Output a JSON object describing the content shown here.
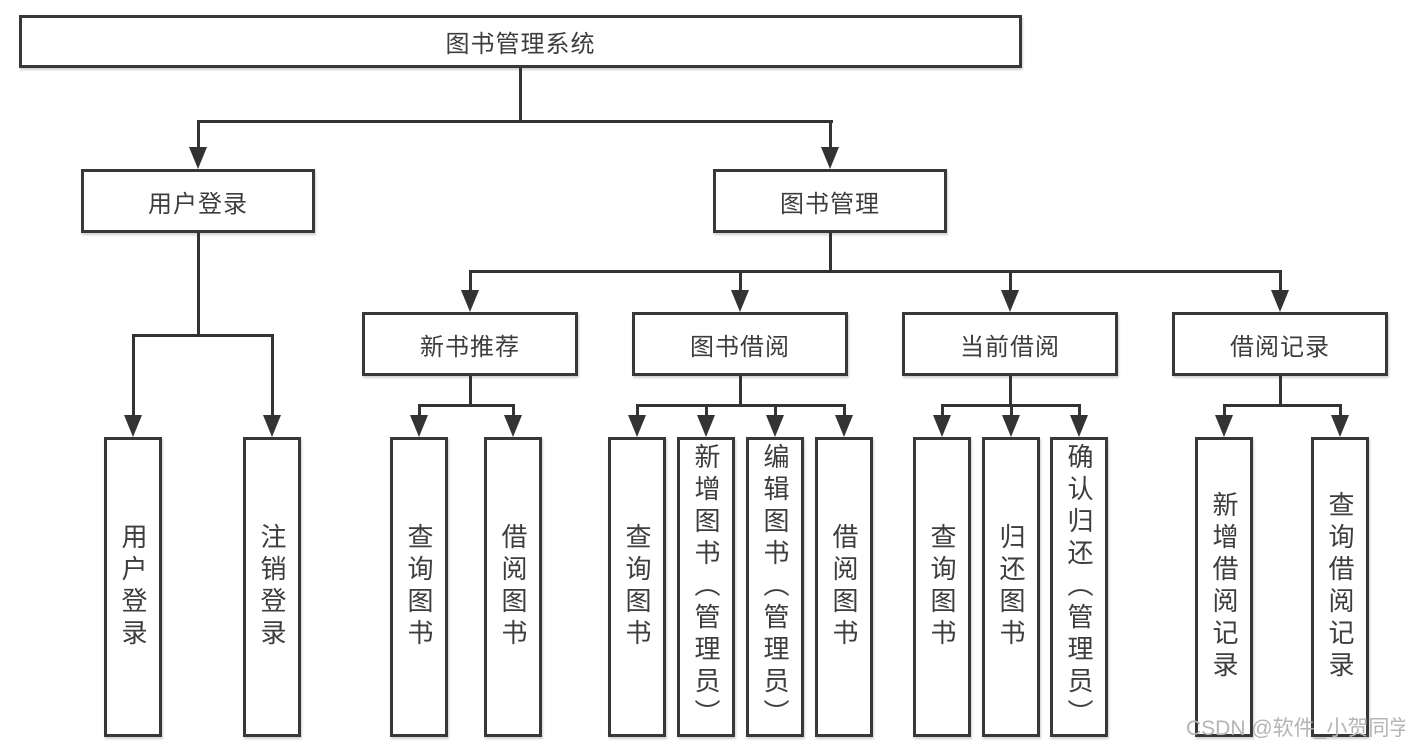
{
  "title": "图书管理系统",
  "level2": [
    {
      "label": "用户登录"
    },
    {
      "label": "图书管理"
    }
  ],
  "level3": [
    {
      "label": "新书推荐"
    },
    {
      "label": "图书借阅"
    },
    {
      "label": "当前借阅"
    },
    {
      "label": "借阅记录"
    }
  ],
  "leaves": [
    {
      "label": "用户登录"
    },
    {
      "label": "注销登录"
    },
    {
      "label": "查询图书"
    },
    {
      "label": "借阅图书"
    },
    {
      "label": "查询图书"
    },
    {
      "label": "新增图书（管理员）"
    },
    {
      "label": "编辑图书（管理员）"
    },
    {
      "label": "借阅图书"
    },
    {
      "label": "查询图书"
    },
    {
      "label": "归还图书"
    },
    {
      "label": "确认归还（管理员）"
    },
    {
      "label": "新增借阅记录"
    },
    {
      "label": "查询借阅记录"
    }
  ],
  "watermark": "CSDN @软件_小贺同学",
  "colors": {
    "line": "#333333",
    "box_border": "#383838",
    "text": "#3d3d3d",
    "watermark": "#b5b5b5",
    "background": "#ffffff"
  }
}
